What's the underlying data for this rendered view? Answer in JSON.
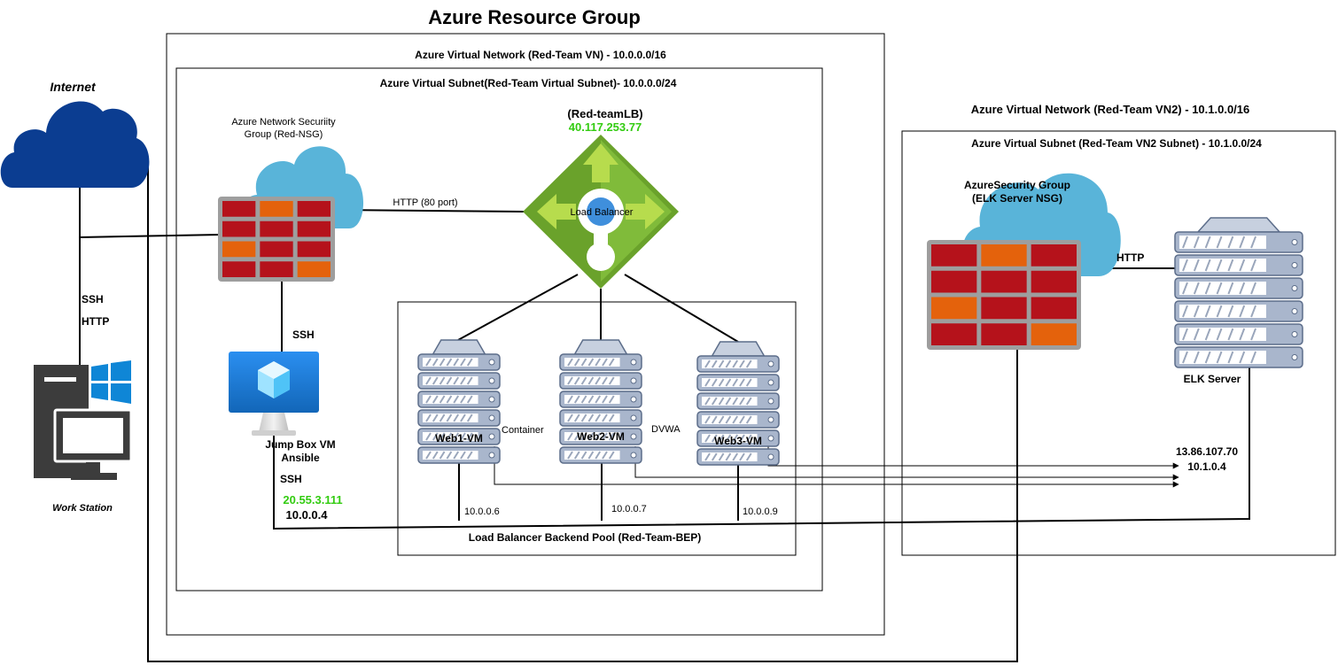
{
  "resource_group": {
    "title": "Azure Resource Group"
  },
  "vnet1": {
    "label": "Azure Virtual Network (Red-Team VN) - 10.0.0.0/16",
    "subnet_label": "Azure Virtual Subnet(Red-Team Virtual Subnet)- 10.0.0.0/24"
  },
  "vnet2": {
    "label": "Azure Virtual Network (Red-Team VN2) - 10.1.0.0/16",
    "subnet_label": "Azure Virtual Subnet (Red-Team VN2 Subnet) - 10.1.0.0/24"
  },
  "internet": {
    "label": "Internet",
    "icon": "cloud-icon",
    "color": "#0b3d91"
  },
  "workstation": {
    "label": "Work Station",
    "icon": "workstation-icon"
  },
  "workstation_links": {
    "ssh": "SSH",
    "http": "HTTP"
  },
  "nsg1": {
    "line1": "Azure Network Securiity",
    "line2": "Group (Red-NSG)",
    "icon": "firewall-icon"
  },
  "nsg2": {
    "line1": "AzureSecurity Group",
    "line2": "(ELK Server NSG)",
    "icon": "firewall-icon"
  },
  "load_balancer": {
    "name": "(Red-teamLB)",
    "public_ip": "40.117.253.77",
    "label": "Load Balancer",
    "icon": "load-balancer-icon",
    "color": "#6aa22b"
  },
  "nsg_to_lb": "HTTP (80 port)",
  "jumpbox": {
    "ssh_top": "SSH",
    "line1": "Jump Box VM",
    "line2": "Ansible",
    "ssh_bottom": "SSH",
    "public_ip": "20.55.3.111",
    "private_ip": "10.0.0.4",
    "icon": "virtual-machine-icon"
  },
  "backend_pool": {
    "label": "Load Balancer Backend Pool (Red-Team-BEP)"
  },
  "web_vms": [
    {
      "name": "Web1-VM",
      "ip": "10.0.0.6",
      "side": "Container"
    },
    {
      "name": "Web2-VM",
      "ip": "10.0.0.7",
      "side": "DVWA"
    },
    {
      "name": "Web3-VM",
      "ip": "10.0.0.9",
      "side": ""
    }
  ],
  "elk": {
    "label": "ELK Server",
    "link_label": "HTTP",
    "public_ip": "13.86.107.70",
    "private_ip": "10.1.0.4",
    "icon": "server-icon"
  },
  "colors": {
    "firewall_red": "#b5121b",
    "firewall_orange": "#e4620c",
    "firewall_frame": "#9e9e9e",
    "nsg_cloud": "#59b4d9",
    "server_body": "#a9b6cc",
    "server_stroke": "#5c6d8a",
    "vm_blue": "#1a7fd6",
    "ip_green": "#33cc11"
  }
}
